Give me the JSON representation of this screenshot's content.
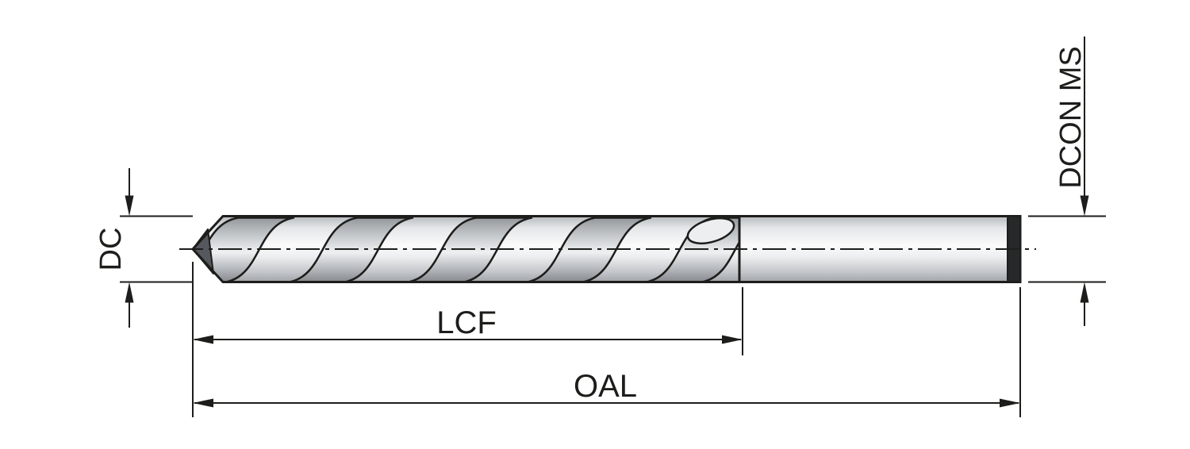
{
  "diagram": {
    "labels": {
      "dc": "DC",
      "lcf": "LCF",
      "oal": "OAL",
      "dcon": "DCON MS"
    },
    "colors": {
      "line": "#1d1d1b",
      "background": "#ffffff",
      "metal_light": "#fbfbfc",
      "metal_mid": "#d8dadc",
      "metal_dark": "#9ea2a6",
      "end_cap": "#26282a"
    }
  }
}
